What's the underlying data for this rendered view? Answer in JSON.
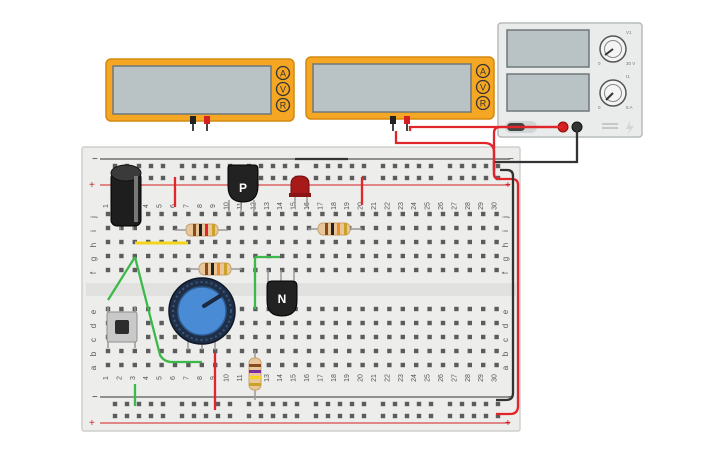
{
  "multimeter_1": {
    "buttons": [
      "A",
      "V",
      "R"
    ],
    "display": ""
  },
  "multimeter_2": {
    "buttons": [
      "A",
      "V",
      "R"
    ],
    "display": ""
  },
  "power_supply": {
    "voltage_display": "",
    "current_display": "",
    "voltage_knob_labels": [
      "0",
      "30 V",
      "V1"
    ],
    "current_knob_labels": [
      "0",
      "5 A",
      "I1"
    ]
  },
  "breadboard": {
    "column_numbers": [
      "1",
      "2",
      "3",
      "4",
      "5",
      "6",
      "7",
      "8",
      "9",
      "10",
      "11",
      "12",
      "13",
      "14",
      "15",
      "16",
      "17",
      "18",
      "19",
      "20",
      "21",
      "22",
      "23",
      "24",
      "25",
      "26",
      "27",
      "28",
      "29",
      "30"
    ],
    "top_row_letters": [
      "j",
      "i",
      "h",
      "g",
      "f"
    ],
    "bottom_row_letters": [
      "e",
      "d",
      "c",
      "b",
      "a"
    ],
    "rail_minus": "−",
    "rail_plus": "+"
  },
  "components": {
    "pnp_label": "P",
    "npn_label": "N"
  },
  "colors": {
    "meter_body": "#F5A623",
    "wire_red": "#E0262A",
    "wire_black": "#333333",
    "wire_green": "#3DB84A",
    "wire_yellow": "#F2D41C",
    "pot_blue": "#4A8BD6"
  }
}
